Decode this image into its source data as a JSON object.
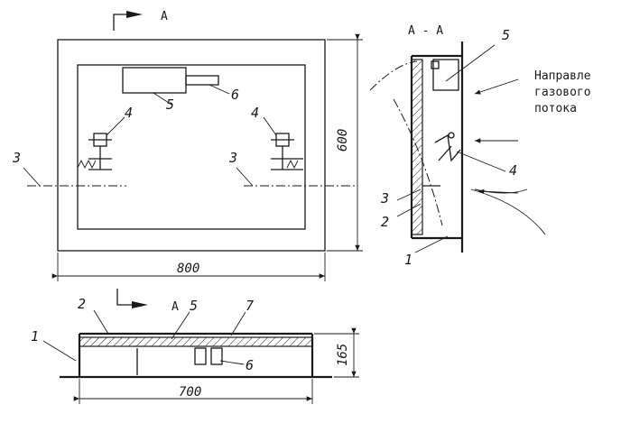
{
  "labels": {
    "n1": "1",
    "n2": "2",
    "n3": "3",
    "n4": "4",
    "n5": "5",
    "n6": "6",
    "n7": "7"
  },
  "dimensions": {
    "width_front": "800",
    "height_front": "600",
    "width_bottom": "700",
    "height_bottom": "165"
  },
  "section": {
    "arrow_letter": "A",
    "section_title": "A - A"
  },
  "gas_flow": {
    "line1": "Направле",
    "line2": "газового",
    "line3": "потока"
  },
  "colors": {
    "ink": "#1a1a1a",
    "paper": "#ffffff"
  }
}
